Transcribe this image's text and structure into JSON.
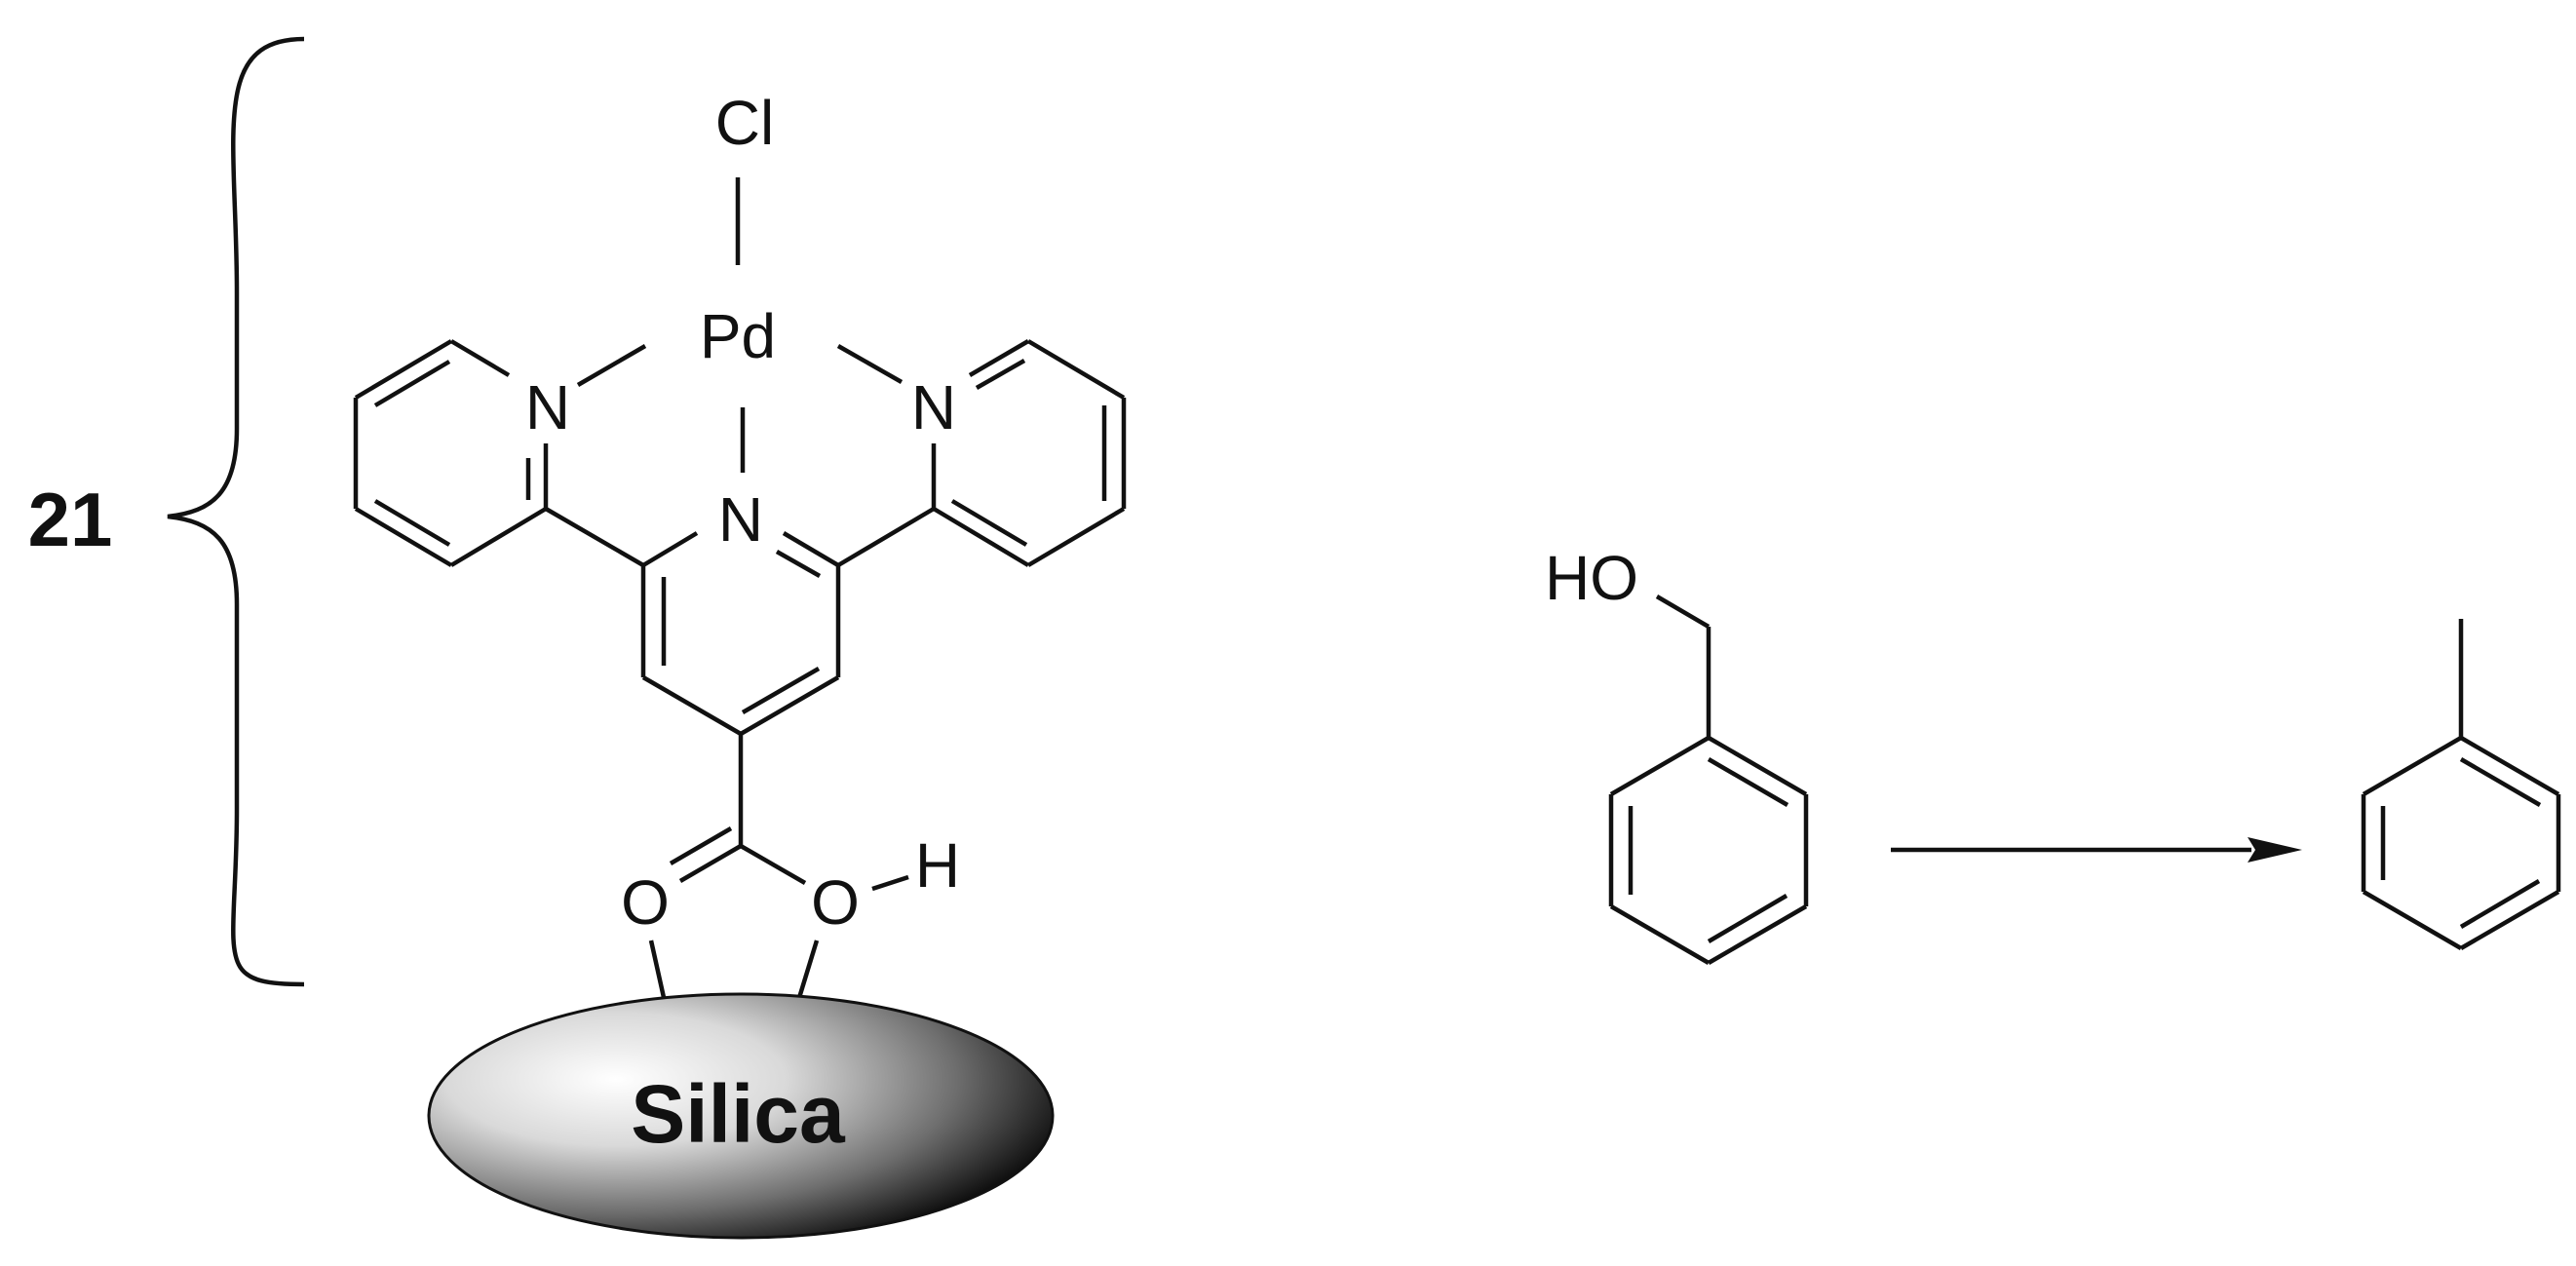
{
  "compound_label": "21",
  "atoms": {
    "chloride": "Cl",
    "palladium": "Pd",
    "nitrogen_left": "N",
    "nitrogen_center": "N",
    "nitrogen_right": "N",
    "oxygen_left": "O",
    "oxygen_right": "O",
    "hydrogen": "H",
    "hydroxyl": "HO"
  },
  "support_label": "Silica",
  "colors": {
    "ink": "#111111",
    "background": "#ffffff",
    "support_light": "#ffffff",
    "support_dark": "#000000"
  }
}
